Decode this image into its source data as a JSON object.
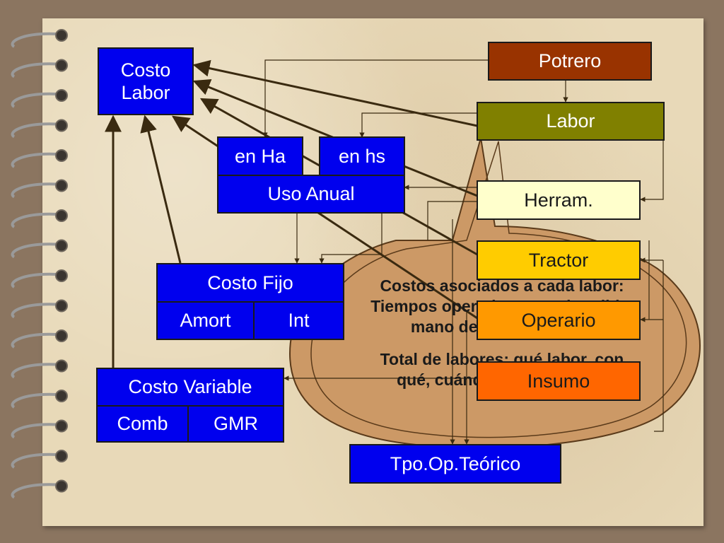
{
  "boxes": {
    "costo_labor": "Costo\nLabor",
    "potrero": "Potrero",
    "labor": "Labor",
    "en_ha": "en Ha",
    "en_hs": "en hs",
    "uso_anual": "Uso Anual",
    "herram": "Herram.",
    "tractor": "Tractor",
    "operario": "Operario",
    "insumo": "Insumo",
    "costo_fijo": "Costo Fijo",
    "amort": "Amort",
    "int": "Int",
    "costo_variable": "Costo Variable",
    "comb": "Comb",
    "gmr": "GMR",
    "tpo_op_teorico": "Tpo.Op.Teórico"
  },
  "callout": {
    "line1": "Costos asociados a cada labor:",
    "line2": "Tiempos operativos, combustible,",
    "line3": "mano de obra, insumos",
    "line4": "Total de labores: qué labor, con",
    "line5": "qué, cuándo, quién, cuánto"
  },
  "colors": {
    "blue_box": "#0000ee",
    "potrero": "#993300",
    "labor": "#808000",
    "herram": "#ffffcc",
    "tractor": "#ffcc00",
    "operario": "#ff9900",
    "insumo": "#ff6600",
    "callout_fill": "#cc9966"
  }
}
